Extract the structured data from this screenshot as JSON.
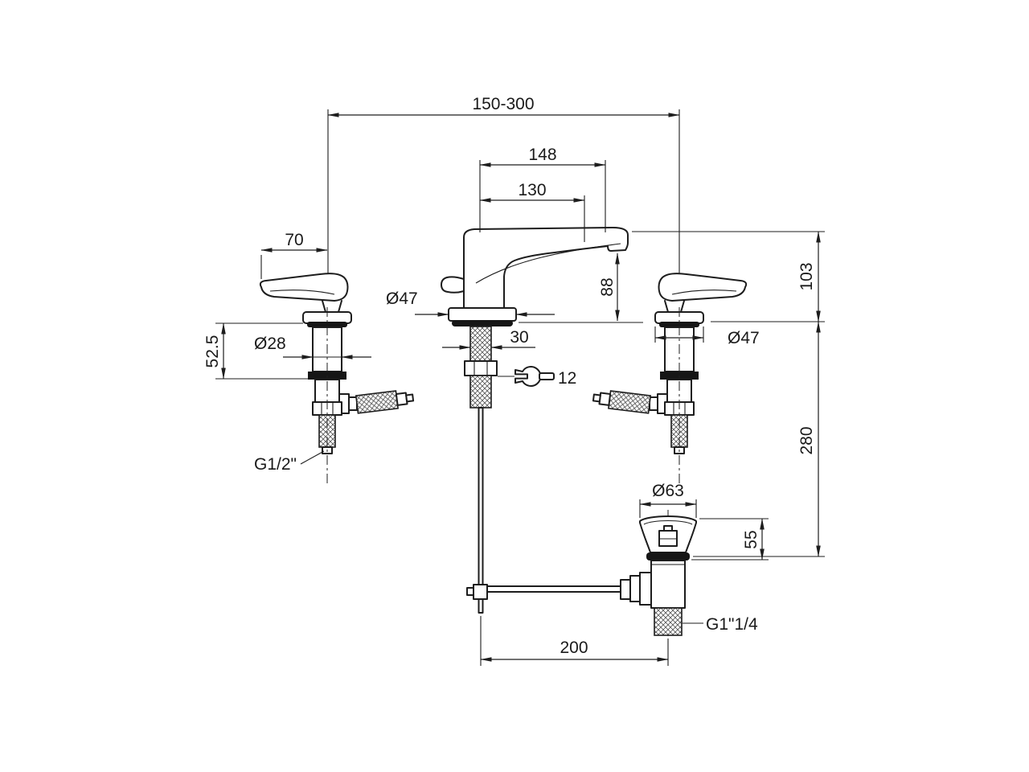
{
  "page": {
    "background": "#ffffff",
    "line_color": "#1d1d1d",
    "text_color": "#1a1a1a"
  },
  "drawing": {
    "kind": "technical dimension drawing",
    "subject": "three-hole basin mixer with side handles, flexible hoses and pop-up waste"
  },
  "dimensions": {
    "center_distance": "150-300",
    "spout_length": "148",
    "spout_reach": "130",
    "handle_length": "70",
    "spout_base_diameter": "Ø47",
    "spout_height": "88",
    "height_above_deck": "103",
    "handle_body_diameter": "Ø28",
    "max_deck_thickness": "52.5",
    "shank_width": "30",
    "wrench_size": "12",
    "inlet_thread": "G1/2\"",
    "depth_below_deck": "280",
    "waste_flange_diameter": "Ø63",
    "waste_flange_height": "55",
    "waste_thread": "G1\"1/4",
    "rod_to_waste_distance": "200",
    "handle_base_diameter": "Ø47"
  }
}
